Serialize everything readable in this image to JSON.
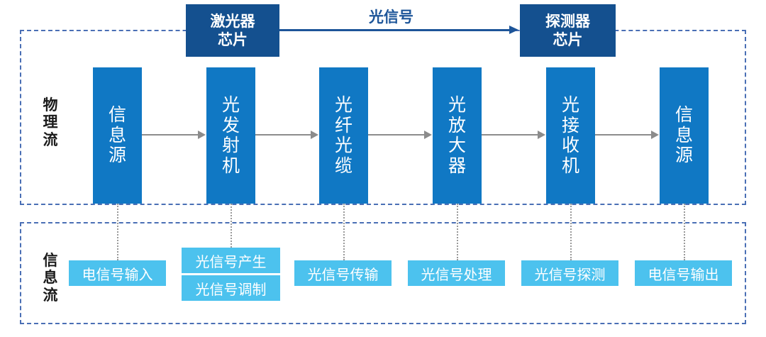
{
  "diagram": {
    "lanes": [
      {
        "id": "physical",
        "label": "物理流"
      },
      {
        "id": "info",
        "label": "信息流"
      }
    ],
    "chips": [
      {
        "id": "laser",
        "label": "激光器芯片"
      },
      {
        "id": "detector",
        "label": "探测器芯片"
      }
    ],
    "optical_link": {
      "label": "光信号"
    },
    "process_boxes": [
      {
        "label": "信息源"
      },
      {
        "label": "光发射机"
      },
      {
        "label": "光纤光缆"
      },
      {
        "label": "光放大器"
      },
      {
        "label": "光接收机"
      },
      {
        "label": "信息源"
      }
    ],
    "tags": [
      {
        "label": "电信号输入"
      },
      {
        "label": "光信号产生"
      },
      {
        "label": "光信号调制"
      },
      {
        "label": "光信号传输"
      },
      {
        "label": "光信号处理"
      },
      {
        "label": "光信号探测"
      },
      {
        "label": "电信号输出"
      }
    ],
    "colors": {
      "process_box": "#1078c4",
      "chip_box": "#14508f",
      "tag": "#4cc2ee",
      "lane_border": "#4a6fb5",
      "connector": "#8c8c8c",
      "optical_arrow": "#1d5599"
    }
  }
}
